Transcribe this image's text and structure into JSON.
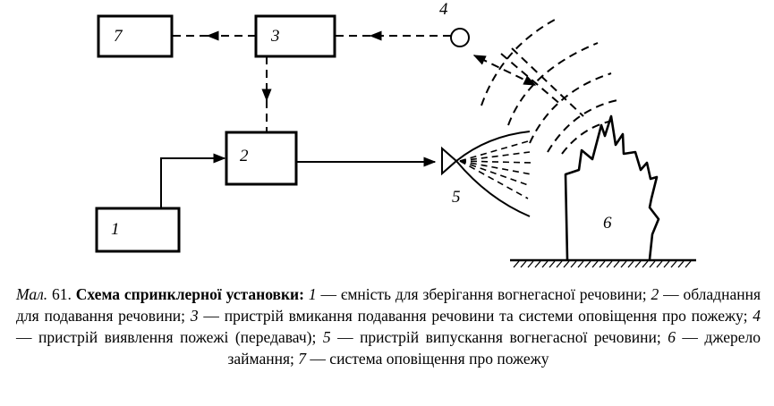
{
  "diagram": {
    "labels": {
      "block1": "1",
      "block2": "2",
      "block3": "3",
      "detector": "4",
      "nozzle": "5",
      "fire": "6",
      "block7": "7"
    }
  },
  "caption": {
    "prefix": "Мал.",
    "number": "61.",
    "title": "Схема спринклерної установки:",
    "items": [
      {
        "num": "1",
        "text": " — ємність для зберігання вогнегасної речовини; "
      },
      {
        "num": "2",
        "text": " — обладнання для подавання речовини; "
      },
      {
        "num": "3",
        "text": " — пристрій вмикання подавання речовини та системи оповіщення про пожежу; "
      },
      {
        "num": "4",
        "text": " — пристрій виявлення пожежі (передавач); "
      },
      {
        "num": "5",
        "text": " — пристрій випускання вогнегасної речовини; "
      },
      {
        "num": "6",
        "text": " — джерело займання; "
      },
      {
        "num": "7",
        "text": " — система оповіщення про пожежу"
      }
    ]
  }
}
